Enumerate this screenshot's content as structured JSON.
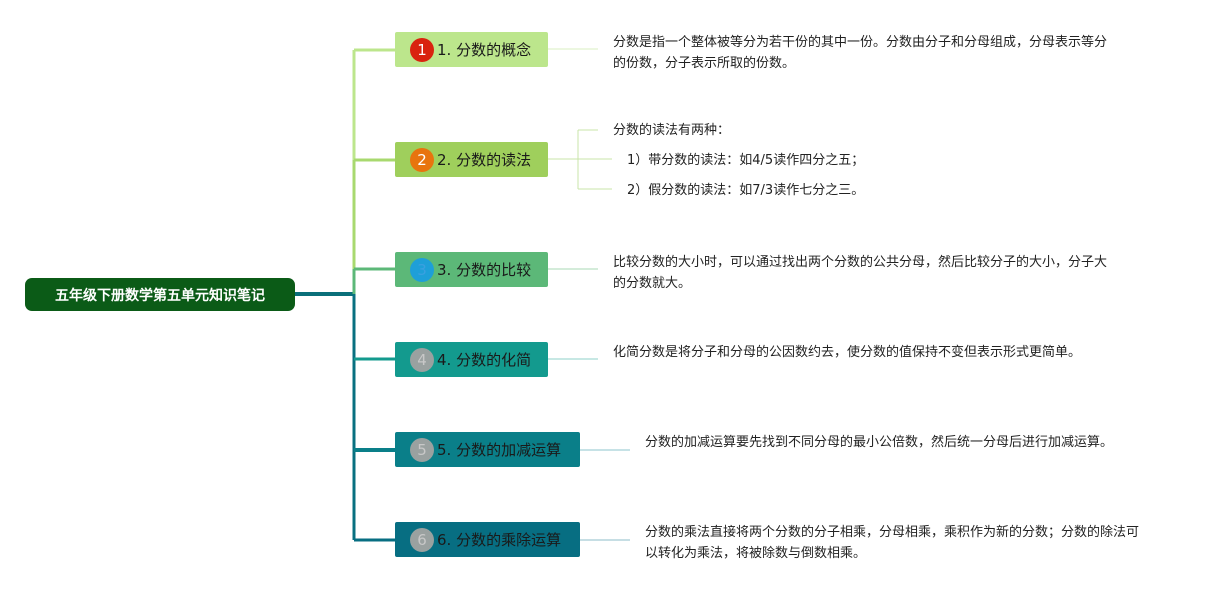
{
  "root": {
    "title": "五年级下册数学第五单元知识笔记"
  },
  "topics": [
    {
      "number": "1",
      "label": "1. 分数的概念",
      "bg": "#bce68c",
      "text_color": "#1a1a1a",
      "num_bg": "#d9230f",
      "num_color": "#ffffff",
      "notes": [
        "分数是指一个整体被等分为若干份的其中一份。分数由分子和分母组成，分母表示等分的份数，分子表示所取的份数。"
      ]
    },
    {
      "number": "2",
      "label": "2. 分数的读法",
      "bg": "#9fcf5c",
      "text_color": "#1a1a1a",
      "num_bg": "#e8740e",
      "num_color": "#ffffff",
      "notes": [
        "分数的读法有两种：",
        "1）带分数的读法：如4/5读作四分之五；",
        "2）假分数的读法：如7/3读作七分之三。"
      ]
    },
    {
      "number": "3",
      "label": "3. 分数的比较",
      "bg": "#5cb878",
      "text_color": "#1a1a1a",
      "num_bg": "#1e9fd8",
      "num_color": "#3aa0e0",
      "notes": [
        "比较分数的大小时，可以通过找出两个分数的公共分母，然后比较分子的大小，分子大的分数就大。"
      ]
    },
    {
      "number": "4",
      "label": "4. 分数的化简",
      "bg": "#139a8e",
      "text_color": "#1a1a1a",
      "num_bg": "#9aa1a0",
      "num_color": "#c8c8c8",
      "notes": [
        "化简分数是将分子和分母的公因数约去，使分数的值保持不变但表示形式更简单。"
      ]
    },
    {
      "number": "5",
      "label": "5. 分数的加减运算",
      "bg": "#0a7f89",
      "text_color": "#1a1a1a",
      "num_bg": "#9aa1a0",
      "num_color": "#c8c8c8",
      "notes": [
        "分数的加减运算要先找到不同分母的最小公倍数，然后统一分母后进行加减运算。"
      ]
    },
    {
      "number": "6",
      "label": "6. 分数的乘除运算",
      "bg": "#076e82",
      "text_color": "#1a1a1a",
      "num_bg": "#9aa1a0",
      "num_color": "#c8c8c8",
      "notes": [
        "分数的乘法直接将两个分数的分子相乘，分母相乘，乘积作为新的分数；分数的除法可以转化为乘法，将被除数与倒数相乘。"
      ]
    }
  ]
}
